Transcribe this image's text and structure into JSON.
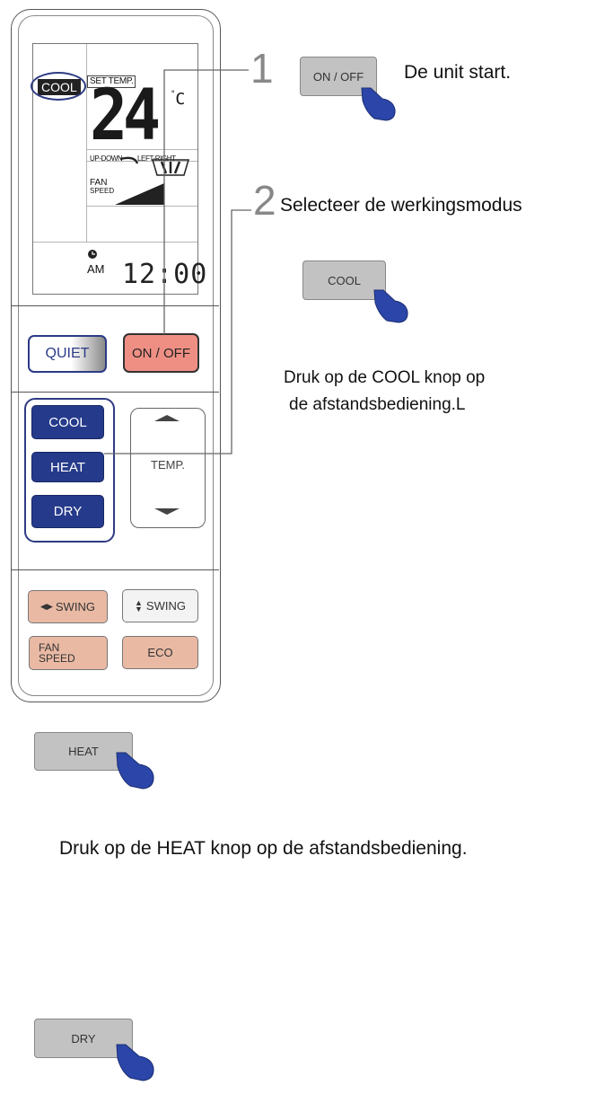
{
  "remote": {
    "display": {
      "mode": "COOL",
      "set_temp_label": "SET TEMP.",
      "temperature": "24",
      "unit": "C",
      "updown_label": "UP-DOWN",
      "leftright_label": "LEFT-RIGHT",
      "fan_label": "FAN",
      "speed_label": "SPEED",
      "am_label": "AM",
      "clock": "12:00"
    },
    "buttons": {
      "quiet": "QUIET",
      "onoff": "ON / OFF",
      "cool": "COOL",
      "heat": "HEAT",
      "dry": "DRY",
      "temp": "TEMP.",
      "swing_lr": "SWING",
      "swing_ud": "SWING",
      "fan_speed_line1": "FAN",
      "fan_speed_line2": "SPEED",
      "eco": "ECO"
    }
  },
  "steps": {
    "step1": {
      "number": "1",
      "button": "ON / OFF",
      "text": "De unit start."
    },
    "step2": {
      "number": "2",
      "text": "Selecteer de werkingsmodus",
      "cool_button": "COOL",
      "cool_line1": "Druk op de COOL knop op",
      "cool_line2": "de afstandsbediening.L",
      "heat_button": "HEAT",
      "heat_text": "Druk op de HEAT knop op de afstandsbediening.",
      "dry_button": "DRY"
    }
  },
  "colors": {
    "navy": "#253a8a",
    "salmon": "#e9b9a4",
    "onoff": "#ef8f84",
    "hand": "#2b46a8",
    "gray_button": "#c2c2c2"
  },
  "icons": [
    "pointing-hand-icon",
    "clock-icon",
    "swing-lr-icon",
    "swing-ud-icon",
    "up-arrow-icon",
    "down-arrow-icon",
    "fan-bars-icon",
    "louver-icon"
  ]
}
